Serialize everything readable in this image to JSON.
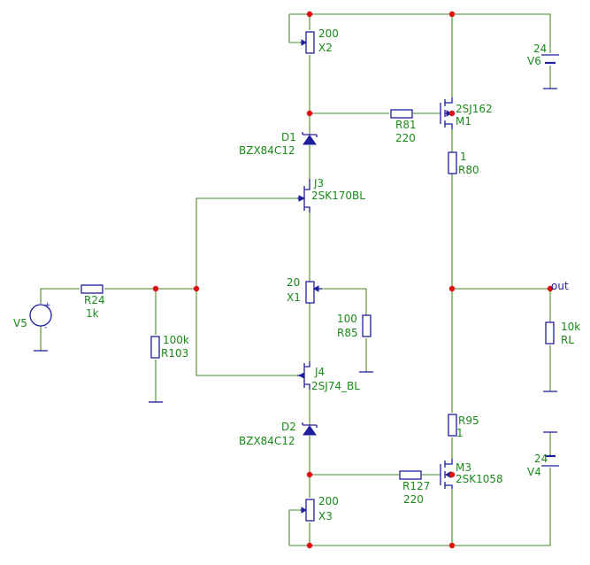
{
  "components": {
    "X2": {
      "ref": "X2",
      "value": "200"
    },
    "X1": {
      "ref": "X1",
      "value": "20"
    },
    "X3": {
      "ref": "X3",
      "value": "200"
    },
    "D1": {
      "ref": "D1",
      "part": "BZX84C12"
    },
    "D2": {
      "ref": "D2",
      "part": "BZX84C12"
    },
    "J3": {
      "ref": "J3",
      "part": "2SK170BL"
    },
    "J4": {
      "ref": "J4",
      "part": "2SJ74_BL"
    },
    "M1": {
      "ref": "M1",
      "part": "2SJ162"
    },
    "M3": {
      "ref": "M3",
      "part": "2SK1058"
    },
    "R81": {
      "ref": "R81",
      "value": "220"
    },
    "R127": {
      "ref": "R127",
      "value": "220"
    },
    "R80": {
      "ref": "R80",
      "value": "1"
    },
    "R95": {
      "ref": "R95",
      "value": "1"
    },
    "R24": {
      "ref": "R24",
      "value": "1k"
    },
    "R103": {
      "ref": "R103",
      "value": "100k"
    },
    "R85": {
      "ref": "R85",
      "value": "100"
    },
    "RL": {
      "ref": "RL",
      "value": "10k"
    },
    "V5": {
      "ref": "V5",
      "plus": "+",
      "minus": "-"
    },
    "V6": {
      "ref": "V6",
      "value": "24"
    },
    "V4": {
      "ref": "V4",
      "value": "24"
    }
  },
  "nets": {
    "out": "out"
  },
  "colors": {
    "wire": "#4a8a2a",
    "component": "#1e1e9e",
    "label": "#1a8a1a",
    "node": "#e01010"
  }
}
